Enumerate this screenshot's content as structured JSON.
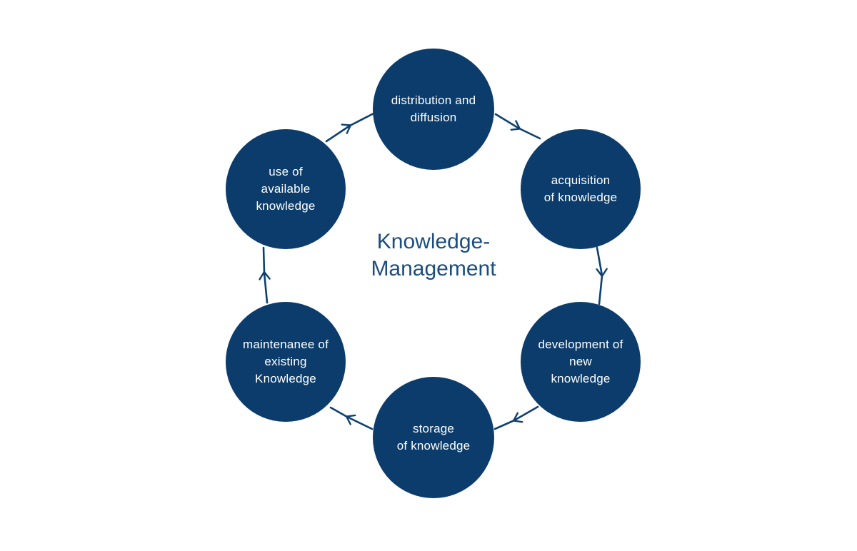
{
  "title": {
    "lines": [
      "Knowledge-",
      "Management"
    ]
  },
  "nodes": [
    {
      "id": "distribution-and-diffusion",
      "lines": [
        "distribution and",
        "diffusion"
      ]
    },
    {
      "id": "acquisition-of-knowledge",
      "lines": [
        "acquisition",
        "of knowledge"
      ]
    },
    {
      "id": "development-of-new-knowledge",
      "lines": [
        "development of",
        "new",
        "knowledge"
      ]
    },
    {
      "id": "storage-of-knowledge",
      "lines": [
        "storage",
        "of knowledge"
      ]
    },
    {
      "id": "maintenance-of-existing-knowledge",
      "lines": [
        "maintenanee of",
        "existing",
        "Knowledge"
      ]
    },
    {
      "id": "use-of-available-knowledge",
      "lines": [
        "use of",
        "available",
        "knowledge"
      ]
    }
  ],
  "cycle_flow": [
    {
      "from": "distribution and diffusion",
      "to": "acquisition of knowledge"
    },
    {
      "from": "acquisition of knowledge",
      "to": "development of new knowledge"
    },
    {
      "from": "development of new knowledge",
      "to": "storage of knowledge"
    },
    {
      "from": "storage of knowledge",
      "to": "maintenanee of existing Knowledge"
    },
    {
      "from": "maintenanee of existing Knowledge",
      "to": "use of available knowledge"
    },
    {
      "from": "use of available knowledge",
      "to": "distribution and diffusion"
    }
  ],
  "colors": {
    "node_fill": "#0b3c6b",
    "node_text": "#ffffff",
    "title_color": "#1b4d80",
    "arrow_color": "#0e406f",
    "background": "#ffffff"
  }
}
